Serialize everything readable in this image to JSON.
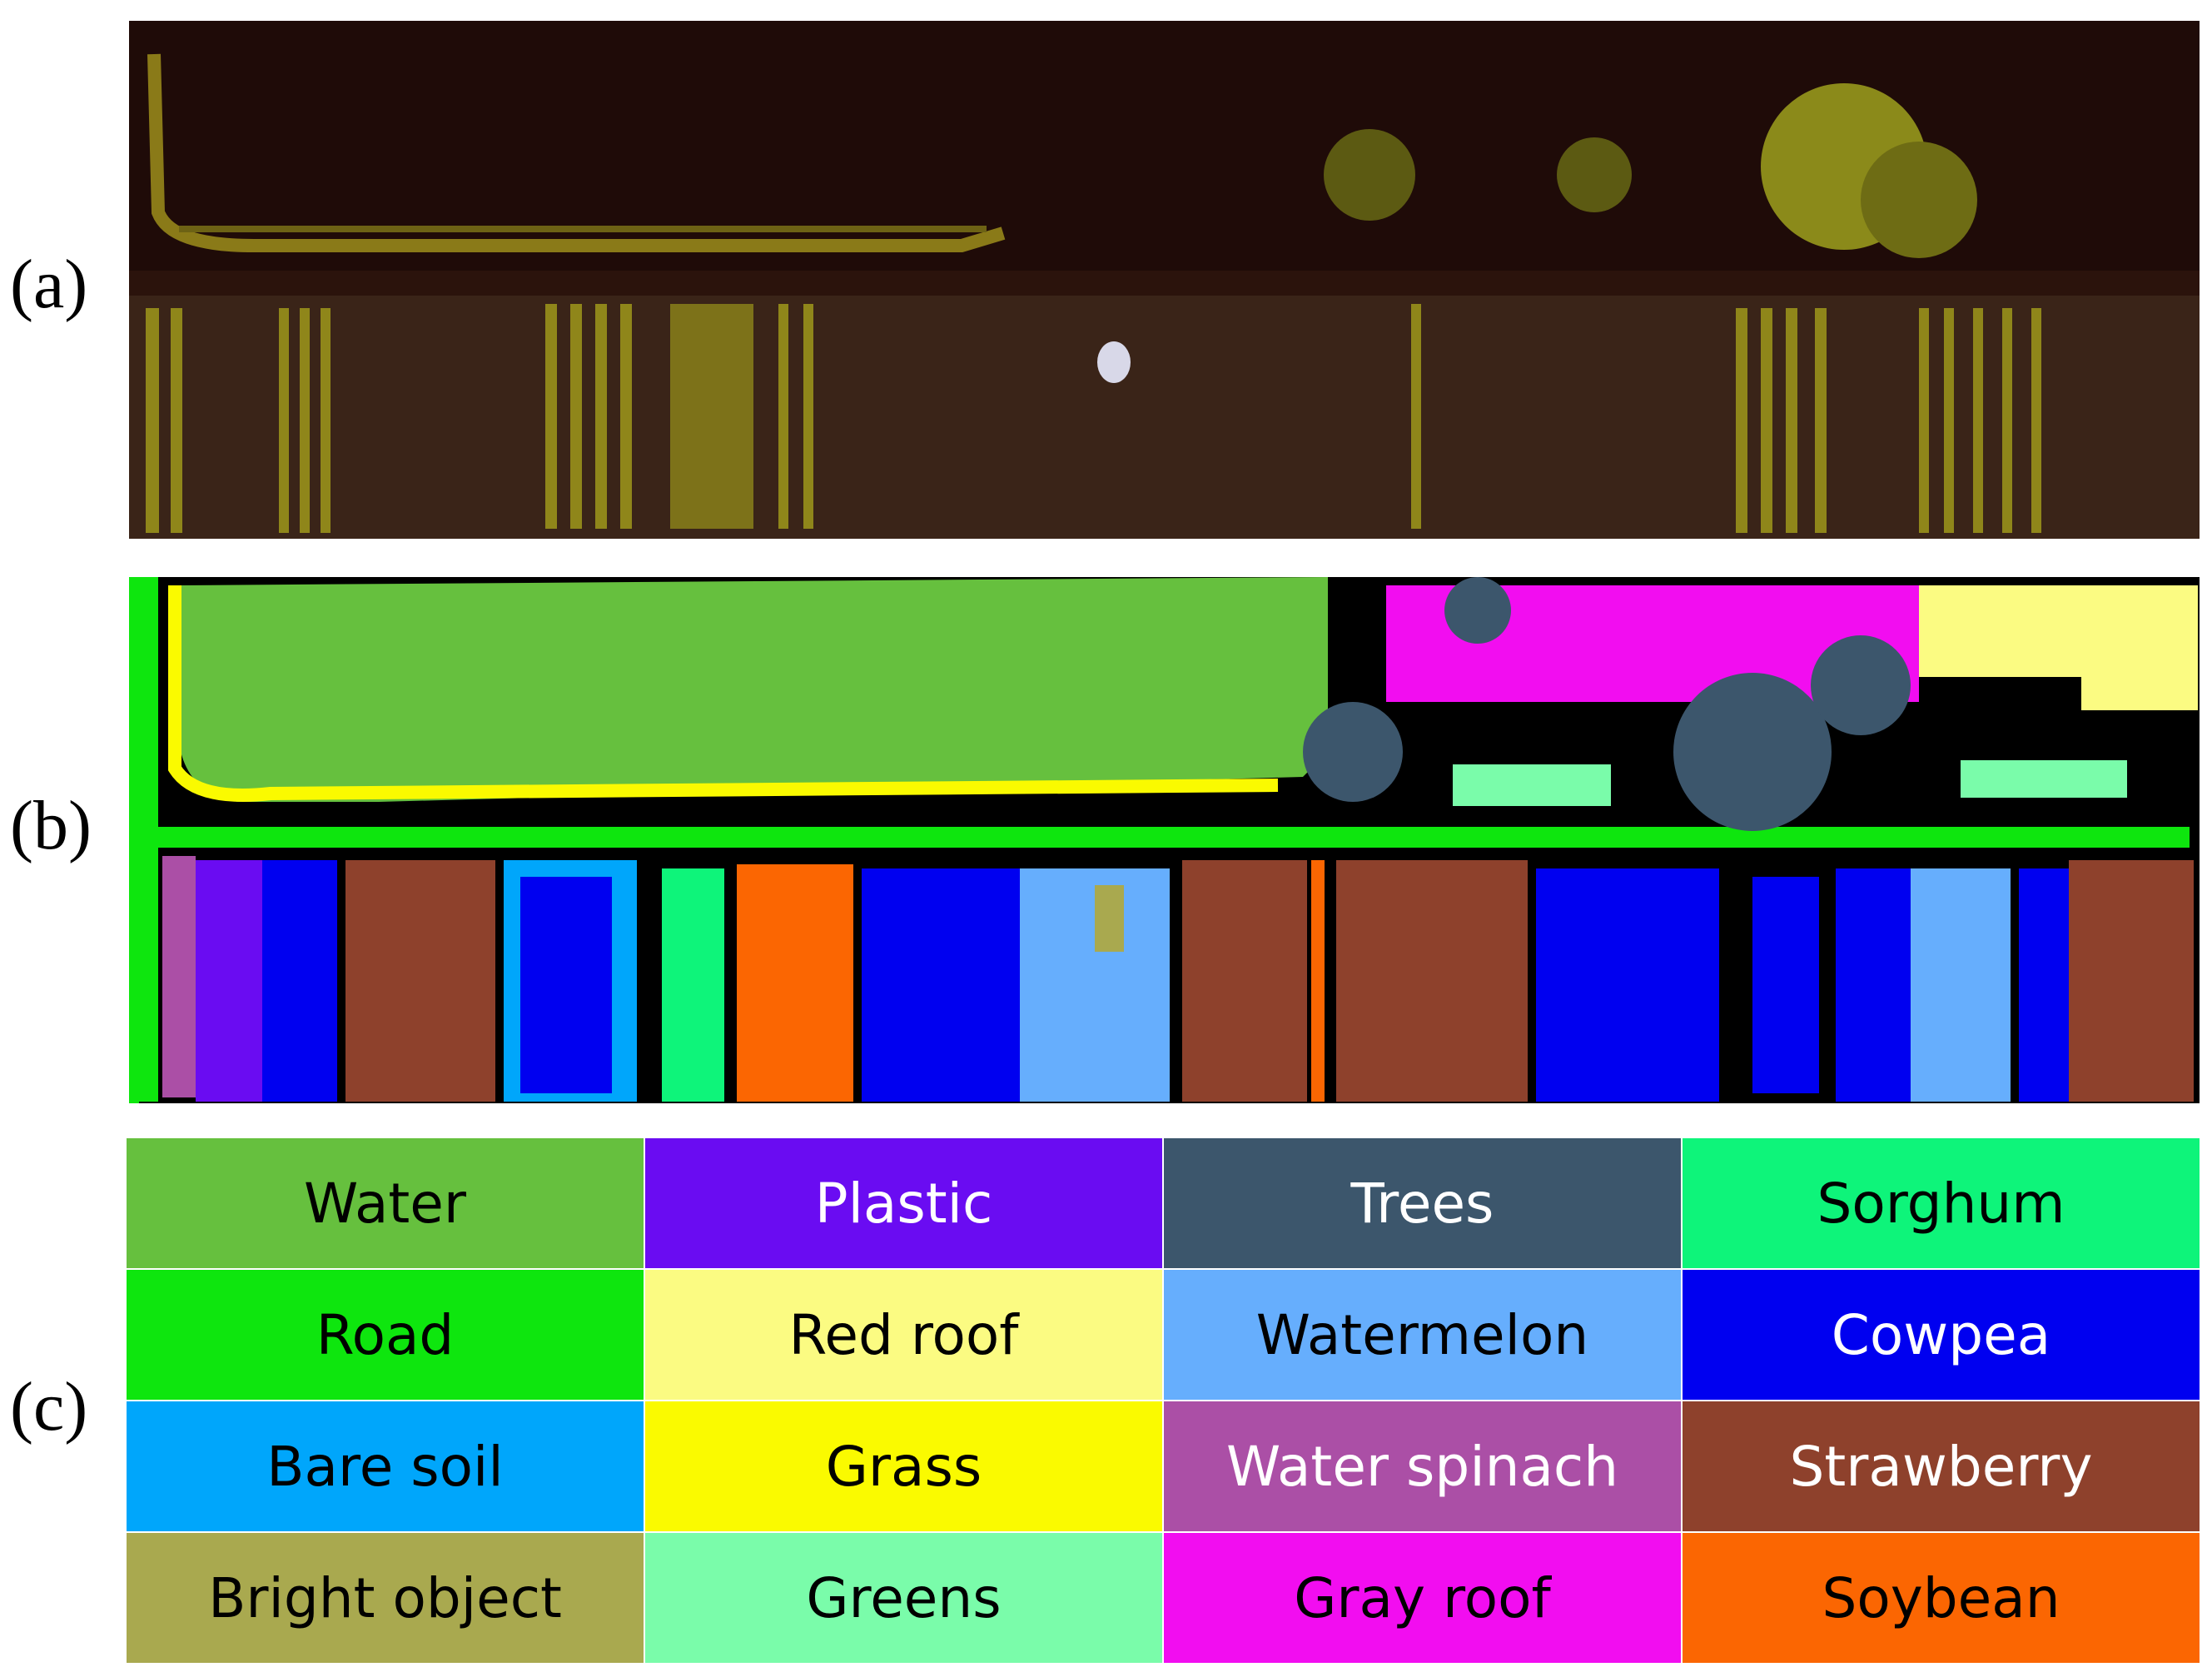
{
  "panel_labels": {
    "a": "(a)",
    "b": "(b)",
    "c": "(c)"
  },
  "legend": [
    {
      "label": "Water",
      "color": "#66c03e",
      "text_color": "#000000"
    },
    {
      "label": "Plastic",
      "color": "#6a0cf2",
      "text_color": "#ffffff"
    },
    {
      "label": "Trees",
      "color": "#3c566c",
      "text_color": "#ffffff"
    },
    {
      "label": "Sorghum",
      "color": "#0ef47a",
      "text_color": "#000000"
    },
    {
      "label": "Road",
      "color": "#0ee60e",
      "text_color": "#000000"
    },
    {
      "label": "Red roof",
      "color": "#fbfb82",
      "text_color": "#000000"
    },
    {
      "label": "Watermelon",
      "color": "#66aefd",
      "text_color": "#000000"
    },
    {
      "label": "Cowpea",
      "color": "#0000f0",
      "text_color": "#ffffff"
    },
    {
      "label": "Bare soil",
      "color": "#00a6fb",
      "text_color": "#000000"
    },
    {
      "label": "Grass",
      "color": "#fafa00",
      "text_color": "#000000"
    },
    {
      "label": "Water spinach",
      "color": "#ab4fa6",
      "text_color": "#ffffff"
    },
    {
      "label": "Strawberry",
      "color": "#8e412c",
      "text_color": "#ffffff"
    },
    {
      "label": "Bright object",
      "color": "#a9a94f",
      "text_color": "#000000"
    },
    {
      "label": "Greens",
      "color": "#7afcaa",
      "text_color": "#000000"
    },
    {
      "label": "Gray roof",
      "color": "#f20df0",
      "text_color": "#000000"
    },
    {
      "label": "Soybean",
      "color": "#fb6602",
      "text_color": "#000000"
    }
  ]
}
